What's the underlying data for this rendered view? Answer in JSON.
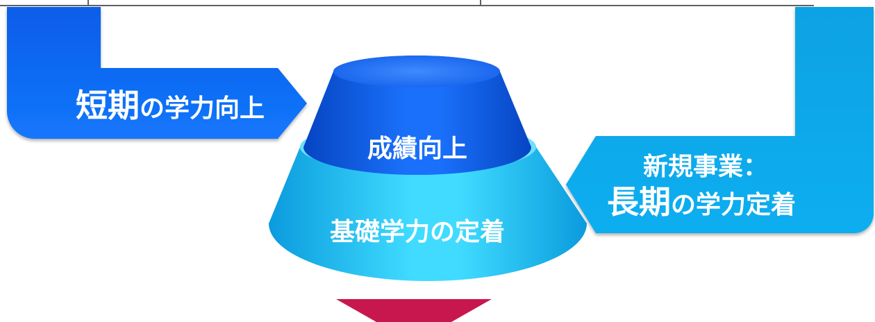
{
  "left_arrow": {
    "emphasis": "短期",
    "rest": "の学力向上"
  },
  "right_arrow": {
    "heading": "新規事業：",
    "emphasis": "長期",
    "rest": "の学力定着"
  },
  "cone": {
    "top_tier_label": "成績向上",
    "bottom_tier_label": "基礎学力の定着"
  },
  "colors": {
    "border_line": "#5f5f5f",
    "left_arrow_top": "#0a5de9",
    "left_arrow_bottom": "#1377fc",
    "right_arrow_top": "#08a2e3",
    "right_arrow_bottom": "#0caef0",
    "cone_top_edge": "#0645c2",
    "cone_top_center": "#1a70fa",
    "cone_top_face_center": "#3d8aff",
    "cone_top_face_edge": "#1c68ee",
    "cone_bottom_edge": "#0a9bdd",
    "cone_bottom_center": "#40dbff",
    "cone_bottom_rim": "#7be6ff",
    "down_arrow": "#c8174f",
    "text": "#ffffff"
  }
}
